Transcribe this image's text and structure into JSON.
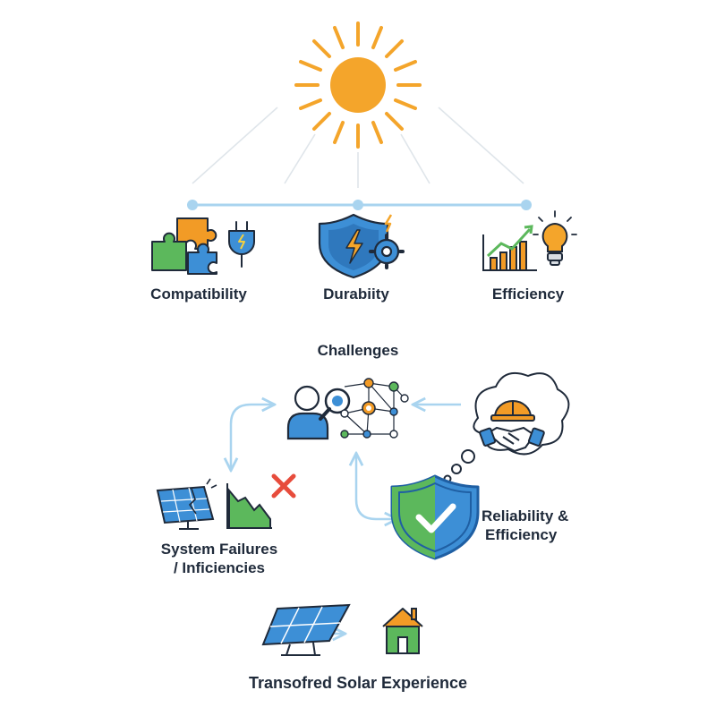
{
  "factors": [
    {
      "label": "Compatibility",
      "icon": "puzzle-plug-icon"
    },
    {
      "label": "Durabiity",
      "icon": "shield-bolt-gear-icon"
    },
    {
      "label": "Efficiency",
      "icon": "growth-chart-bulb-icon"
    }
  ],
  "challenges": {
    "title": "Challenges",
    "icon": "person-network-analysis-icon"
  },
  "outcomes": {
    "failures": {
      "line1": "System Failures",
      "line2": "/ Inficiencies",
      "icon": "broken-panel-declining-chart-icon"
    },
    "reliability": {
      "line1": "Reliability &",
      "line2": "Efficiency",
      "icon": "shield-check-icon"
    },
    "support": {
      "icon": "thought-bubble-handshake-helmet-icon"
    }
  },
  "footer": {
    "label": "Transofred Solar Experience",
    "icon": "solar-panel-to-home-icon"
  },
  "colors": {
    "sun": "#f4a52b",
    "blue": "#3d8fd6",
    "dark_blue": "#1f5fa3",
    "green": "#5cb85c",
    "orange": "#f29b26",
    "red": "#e74c3c",
    "connector": "#a9d4ef",
    "outline": "#1f2a3a"
  }
}
